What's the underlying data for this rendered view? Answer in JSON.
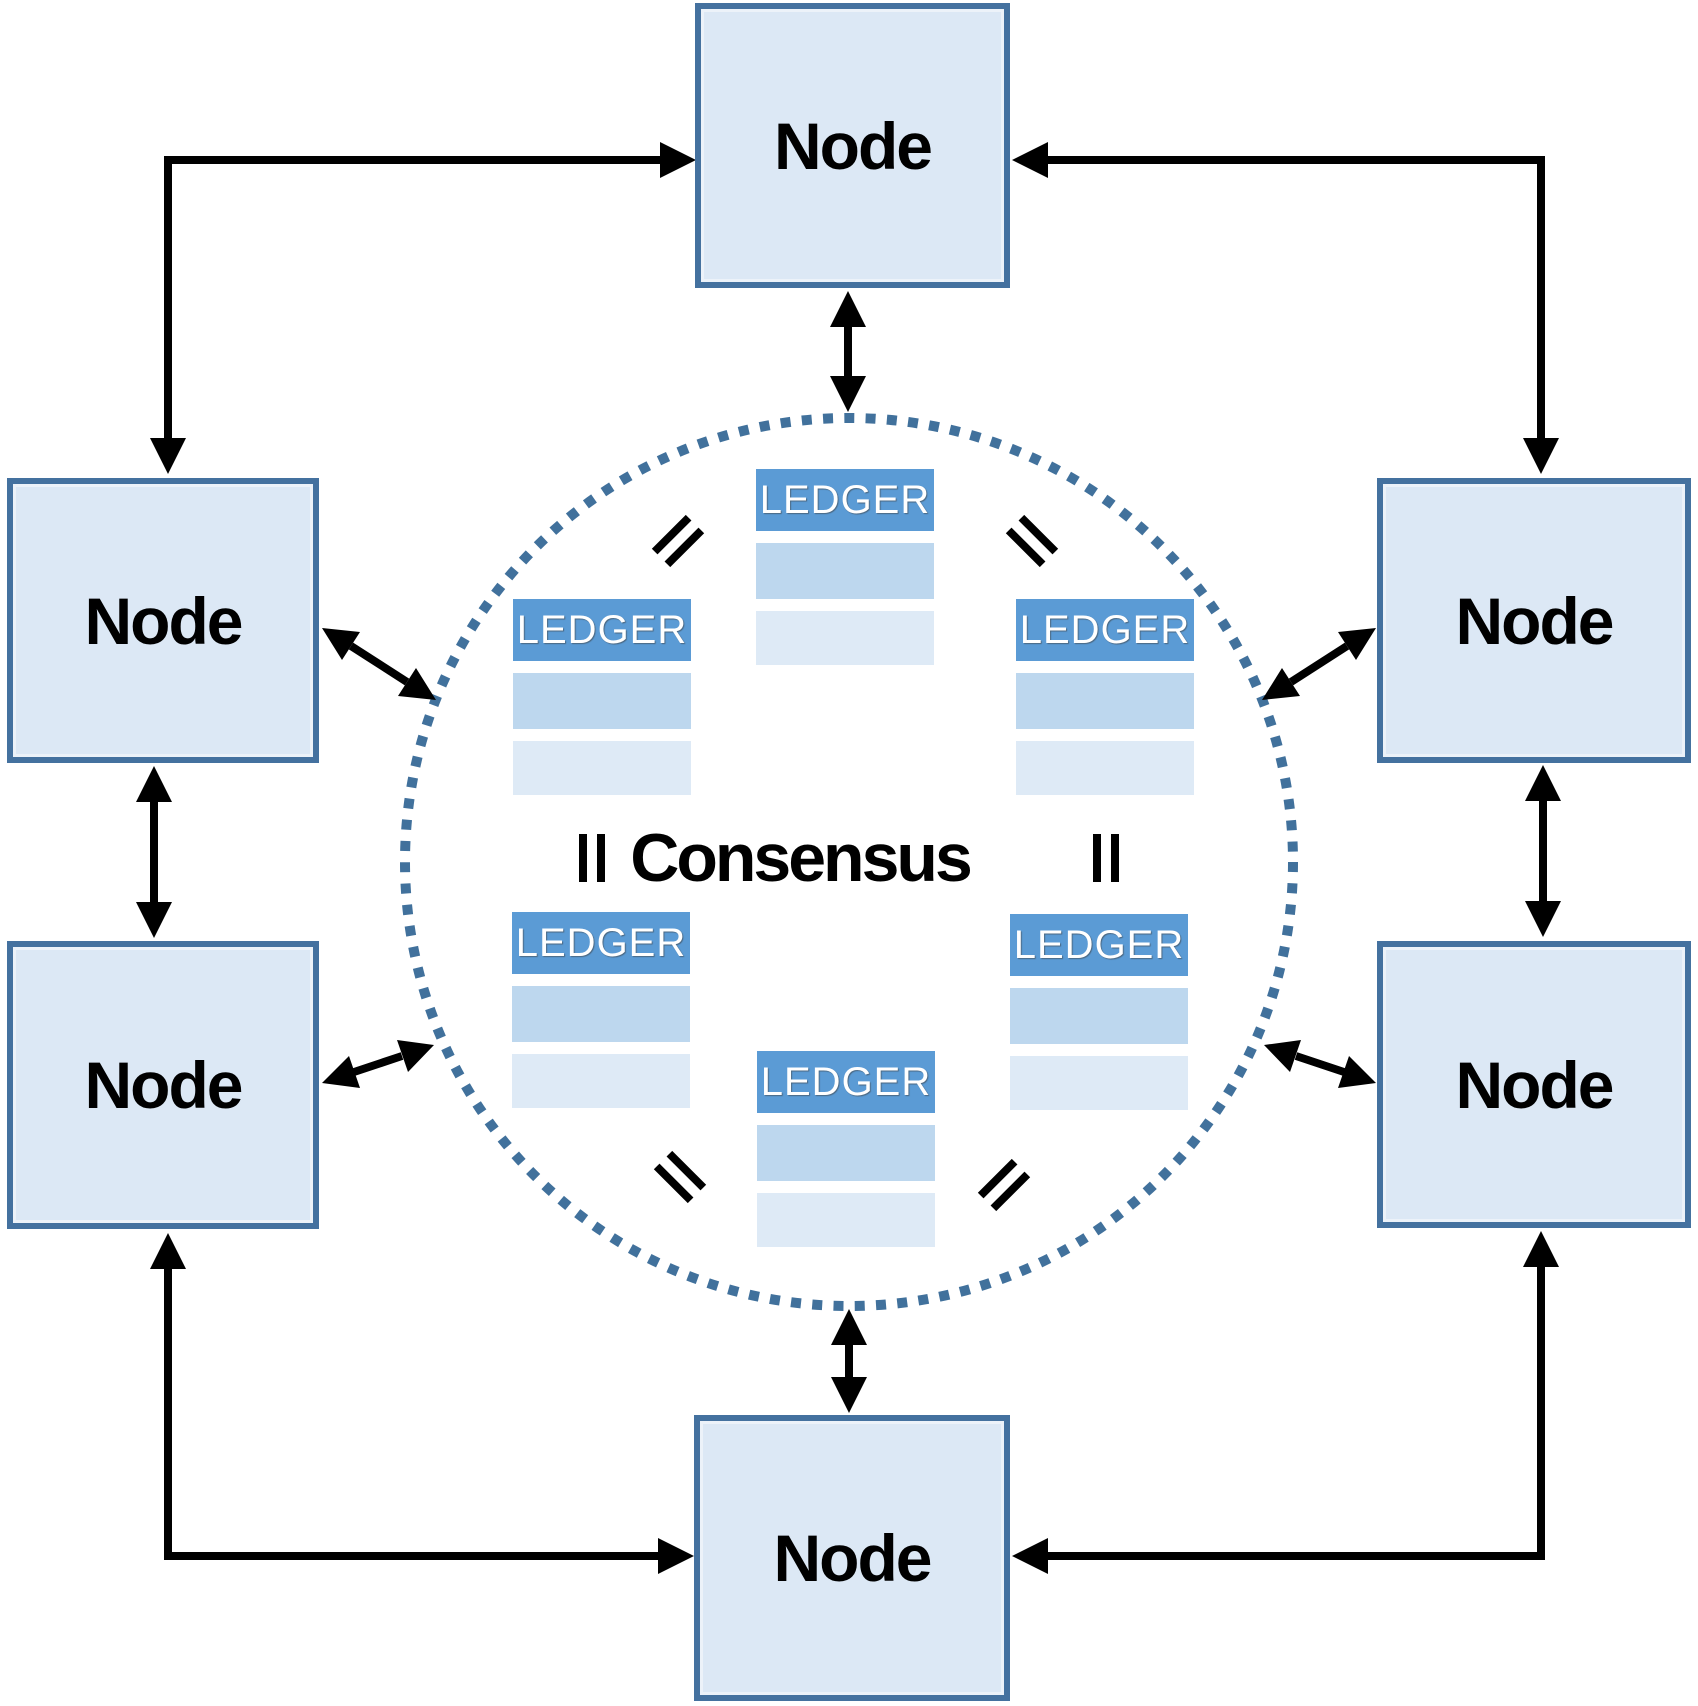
{
  "figure": {
    "type": "peer-to-peer-consensus-network-diagram",
    "consensus": {
      "label": "Consensus"
    },
    "nodes": [
      {
        "id": "node-top",
        "label": "Node"
      },
      {
        "id": "node-left-upper",
        "label": "Node"
      },
      {
        "id": "node-right-upper",
        "label": "Node"
      },
      {
        "id": "node-left-lower",
        "label": "Node"
      },
      {
        "id": "node-right-lower",
        "label": "Node"
      },
      {
        "id": "node-bottom",
        "label": "Node"
      }
    ],
    "ledgers": [
      {
        "id": "ledger-top",
        "label": "LEDGER"
      },
      {
        "id": "ledger-left-upper",
        "label": "LEDGER"
      },
      {
        "id": "ledger-right-upper",
        "label": "LEDGER"
      },
      {
        "id": "ledger-left-lower",
        "label": "LEDGER"
      },
      {
        "id": "ledger-right-lower",
        "label": "LEDGER"
      },
      {
        "id": "ledger-bottom",
        "label": "LEDGER"
      }
    ],
    "colors": {
      "node_fill": "#dce8f5",
      "node_border": "#44719f",
      "ledger_header": "#5b9bd5",
      "ledger_row_1": "#bdd7ee",
      "ledger_row_2": "#deeaf6",
      "circle_dots": "#41719c",
      "arrow": "#000000",
      "ledger_text": "#ffffff",
      "label_text": "#000000"
    }
  }
}
